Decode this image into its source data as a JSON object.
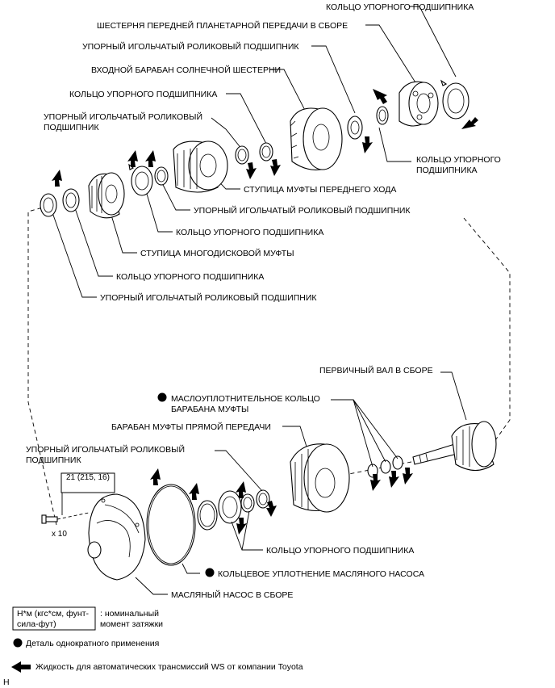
{
  "labels": {
    "thrust_ring_top": "КОЛЬЦО УПОРНОГО ПОДШИПНИКА",
    "front_planetary_gear": "ШЕСТЕРНЯ ПЕРЕДНЕЙ ПЛАНЕТАРНОЙ ПЕРЕДАЧИ В СБОРЕ",
    "needle_bearing_1": "УПОРНЫЙ ИГОЛЬЧАТЫЙ РОЛИКОВЫЙ ПОДШИПНИК",
    "sun_gear_drum": "ВХОДНОЙ БАРАБАН СОЛНЕЧНОЙ ШЕСТЕРНИ",
    "thrust_ring_2": "КОЛЬЦО УПОРНОГО ПОДШИПНИКА",
    "needle_bearing_2_line1": "УПОРНЫЙ ИГОЛЬЧАТЫЙ РОЛИКОВЫЙ",
    "needle_bearing_2_line2": "ПОДШИПНИК",
    "thrust_ring_right_line1": "КОЛЬЦО УПОРНОГО",
    "thrust_ring_right_line2": "ПОДШИПНИКА",
    "forward_clutch_hub": "СТУПИЦА МУФТЫ ПЕРЕДНЕГО ХОДА",
    "needle_bearing_3": "УПОРНЫЙ ИГОЛЬЧАТЫЙ РОЛИКОВЫЙ ПОДШИПНИК",
    "thrust_ring_3": "КОЛЬЦО УПОРНОГО ПОДШИПНИКА",
    "multidisc_clutch_hub": "СТУПИЦА МНОГОДИСКОВОЙ МУФТЫ",
    "thrust_ring_4": "КОЛЬЦО УПОРНОГО ПОДШИПНИКА",
    "needle_bearing_4": "УПОРНЫЙ ИГОЛЬЧАТЫЙ РОЛИКОВЫЙ ПОДШИПНИК",
    "input_shaft": "ПЕРВИЧНЫЙ ВАЛ В СБОРЕ",
    "drum_seal_line1": "МАСЛОУПЛОТНИТЕЛЬНОЕ КОЛЬЦО",
    "drum_seal_line2": "БАРАБАНА МУФТЫ",
    "direct_clutch_drum": "БАРАБАН МУФТЫ ПРЯМОЙ ПЕРЕДАЧИ",
    "needle_bearing_5_line1": "УПОРНЫЙ ИГОЛЬЧАТЫЙ РОЛИКОВЫЙ",
    "needle_bearing_5_line2": "ПОДШИПНИК",
    "torque_value": "21 (215, 16)",
    "bolt_qty": "x 10",
    "thrust_ring_5": "КОЛЬЦО УПОРНОГО ПОДШИПНИКА",
    "pump_o_ring": "КОЛЬЦЕВОЕ УПЛОТНЕНИЕ МАСЛЯНОГО НАСОСА",
    "oil_pump": "МАСЛЯНЫЙ НАСОС В СБОРЕ"
  },
  "legend": {
    "units_line1": "Н*м (кгс*см, фунт-",
    "units_line2": "сила-фут)",
    "units_desc_line1": ": номинальный",
    "units_desc_line2": "момент затяжки",
    "nonreuse": "Деталь однократного применения",
    "atf": "Жидкость для автоматических трансмиссий WS от компании Toyota"
  },
  "footer_code": "H"
}
